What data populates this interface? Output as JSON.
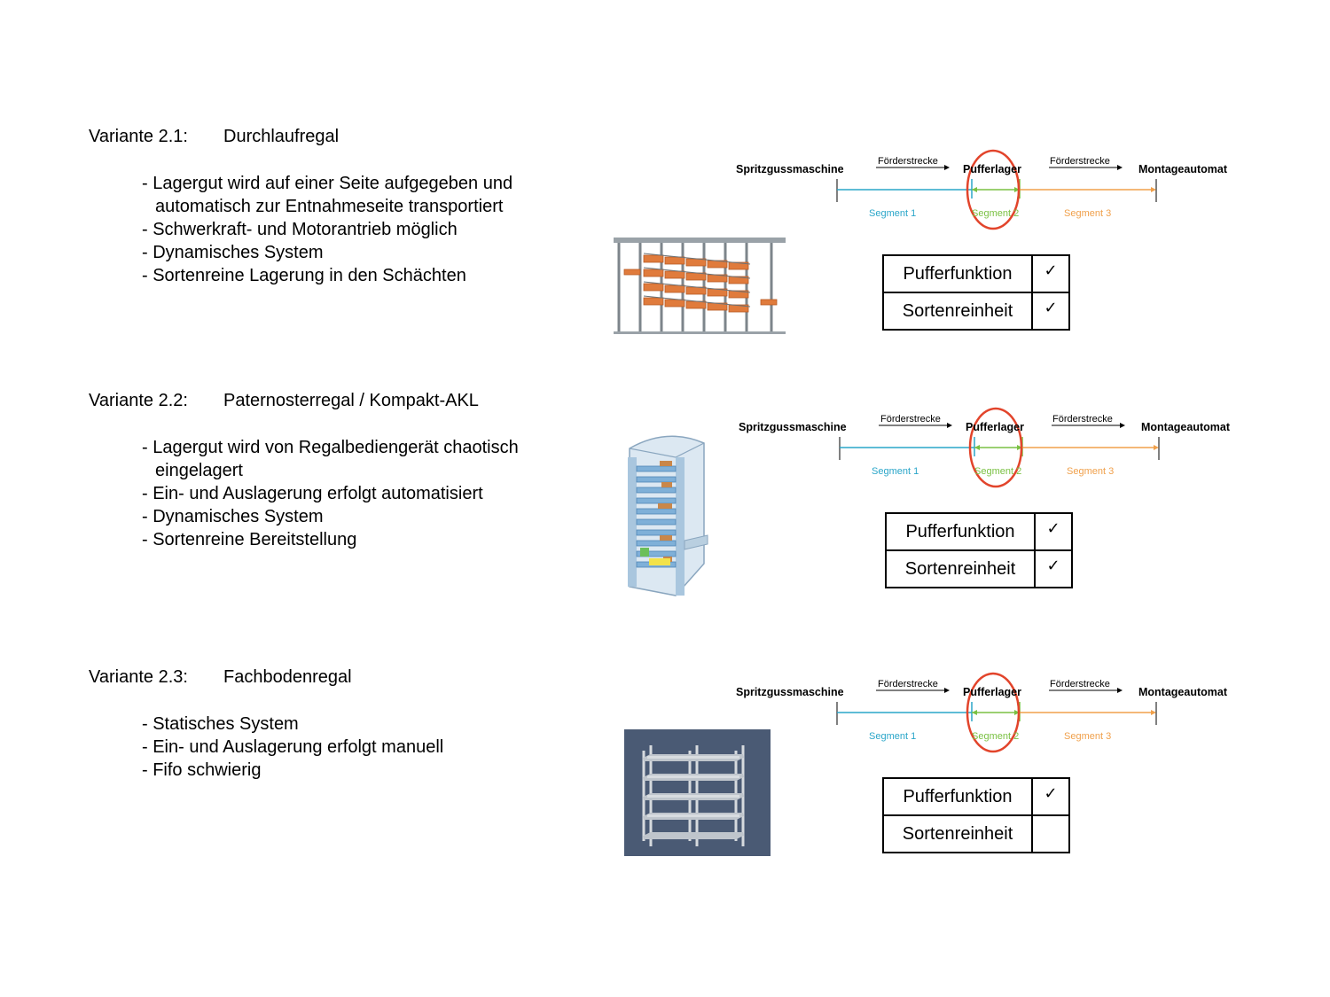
{
  "common": {
    "diagram": {
      "machine": "Spritzgussmaschine",
      "buffer": "Pufferlager",
      "assembly": "Montageautomat",
      "conveyor": "Förderstrecke",
      "segment1": "Segment 1",
      "segment2": "Segment 2",
      "segment3": "Segment 3"
    },
    "colors": {
      "segment1": "#2aa6c9",
      "segment2": "#7ac143",
      "segment3": "#f0a04b",
      "highlight": "#e2442b"
    }
  },
  "variants": [
    {
      "label": "Variante 2.1:",
      "name": "Durchlaufregal",
      "bullets": [
        "Lagergut wird auf einer Seite aufgegeben und",
        "Schwerkraft- und Motorantrieb möglich",
        "Dynamisches System",
        "Sortenreine Lagerung in den Schächten"
      ],
      "bullet_continuation": "automatisch zur Entnahmeseite transportiert",
      "table": [
        {
          "criterion": "Pufferfunktion",
          "mark": "✓"
        },
        {
          "criterion": "Sortenreinheit",
          "mark": "✓"
        }
      ],
      "image": "flow-rack-image"
    },
    {
      "label": "Variante 2.2:",
      "name": "Paternosterregal / Kompakt-AKL",
      "bullets": [
        "Lagergut wird von Regalbediengerät chaotisch",
        "Ein- und Auslagerung erfolgt automatisiert",
        "Dynamisches System",
        "Sortenreine Bereitstellung"
      ],
      "bullet_continuation": "eingelagert",
      "table": [
        {
          "criterion": "Pufferfunktion",
          "mark": "✓"
        },
        {
          "criterion": "Sortenreinheit",
          "mark": "✓"
        }
      ],
      "image": "paternoster-image"
    },
    {
      "label": "Variante 2.3:",
      "name": "Fachbodenregal",
      "bullets": [
        "Statisches System",
        "Ein- und Auslagerung erfolgt manuell",
        "Fifo schwierig"
      ],
      "table": [
        {
          "criterion": "Pufferfunktion",
          "mark": "✓"
        },
        {
          "criterion": "Sortenreinheit",
          "mark": ""
        }
      ],
      "image": "shelf-rack-image"
    }
  ]
}
